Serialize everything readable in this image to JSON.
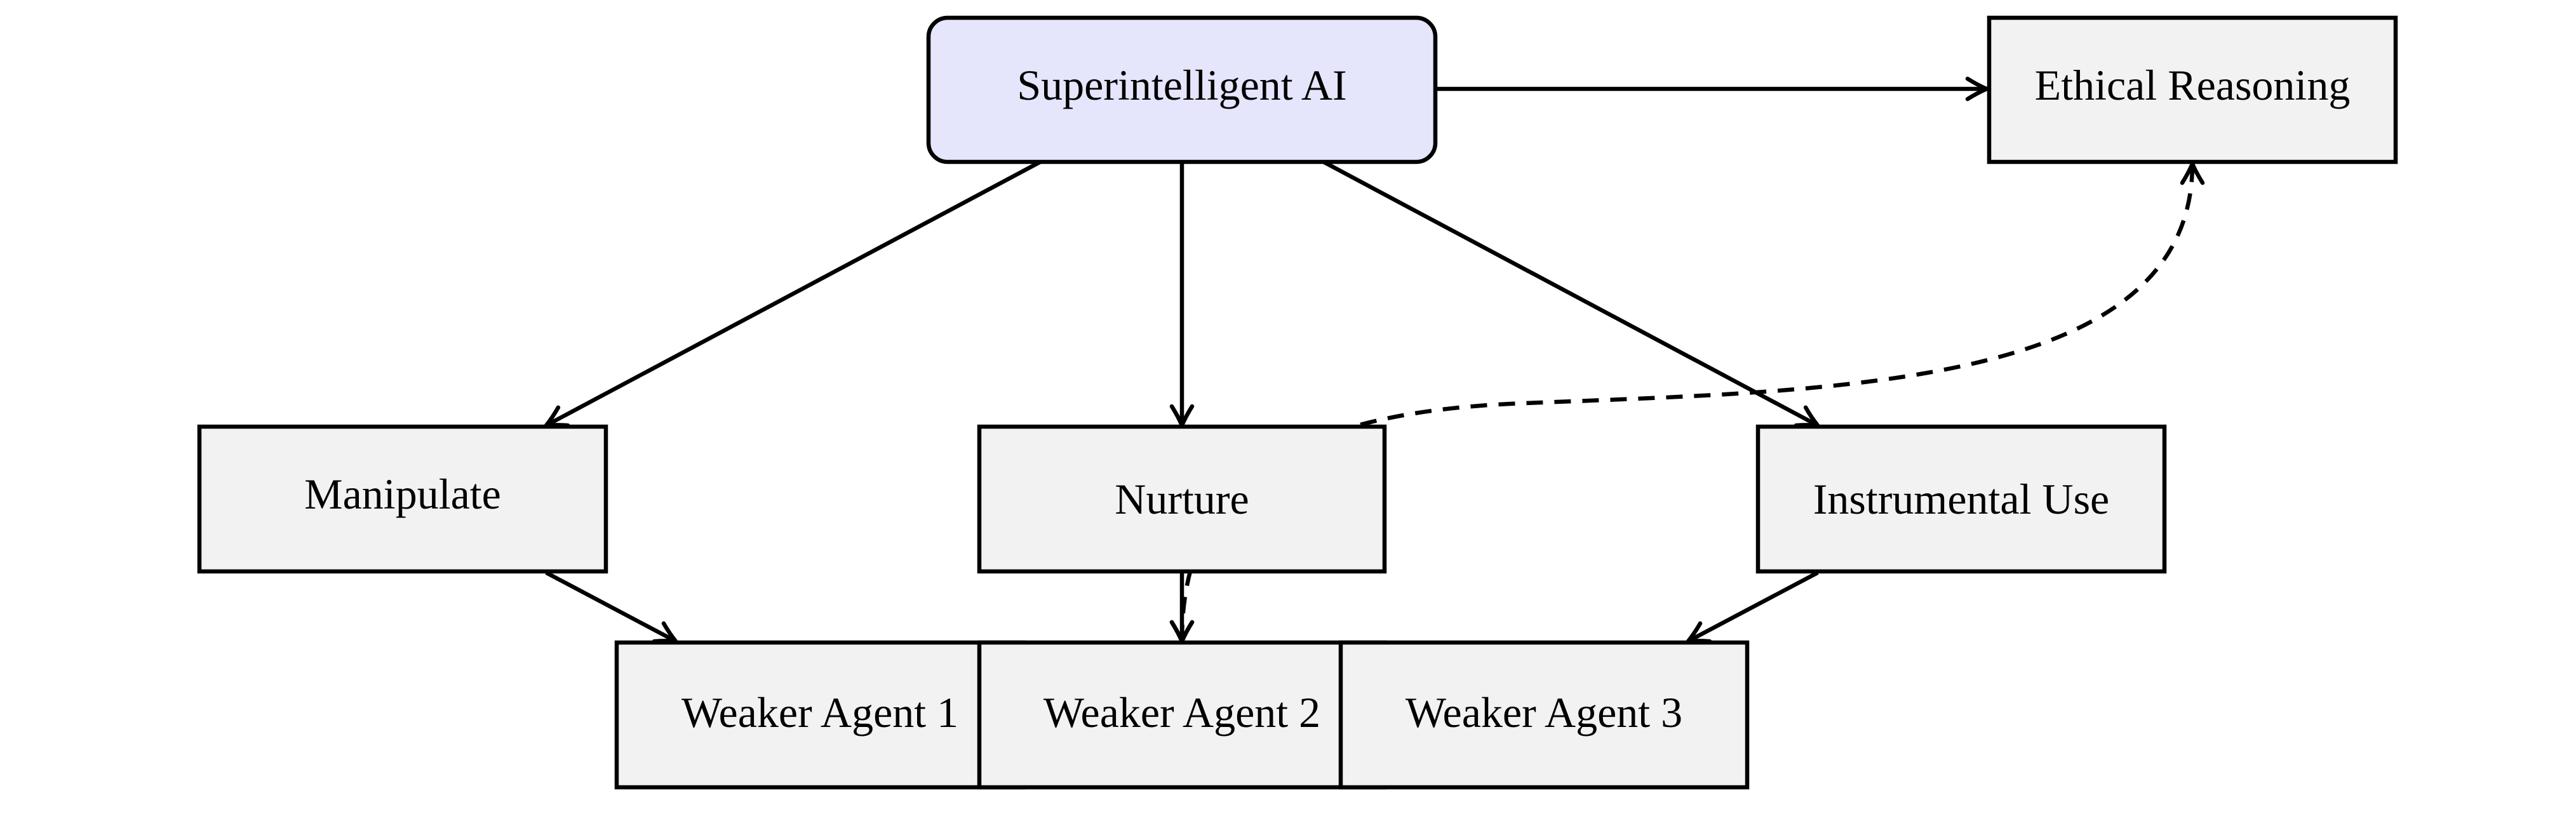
{
  "diagram": {
    "type": "flowchart",
    "colors": {
      "root_fill": "#e5e5fb",
      "node_fill": "#f2f2f2",
      "stroke": "#000000"
    },
    "nodes": {
      "superintelligent_ai": "Superintelligent AI",
      "ethical_reasoning": "Ethical Reasoning",
      "manipulate": "Manipulate",
      "nurture": "Nurture",
      "instrumental_use": "Instrumental Use",
      "weaker_agent_1": "Weaker Agent 1",
      "weaker_agent_2": "Weaker Agent 2",
      "weaker_agent_3": "Weaker Agent 3"
    },
    "edges": [
      {
        "from": "superintelligent_ai",
        "to": "ethical_reasoning",
        "style": "solid"
      },
      {
        "from": "superintelligent_ai",
        "to": "manipulate",
        "style": "solid"
      },
      {
        "from": "superintelligent_ai",
        "to": "nurture",
        "style": "solid"
      },
      {
        "from": "superintelligent_ai",
        "to": "instrumental_use",
        "style": "solid"
      },
      {
        "from": "manipulate",
        "to": "weaker_agent_1",
        "style": "solid"
      },
      {
        "from": "nurture",
        "to": "weaker_agent_2",
        "style": "solid"
      },
      {
        "from": "instrumental_use",
        "to": "weaker_agent_3",
        "style": "solid"
      },
      {
        "from": "weaker_agent_2",
        "to": "ethical_reasoning",
        "style": "dashed",
        "bidirectional": true
      }
    ]
  }
}
